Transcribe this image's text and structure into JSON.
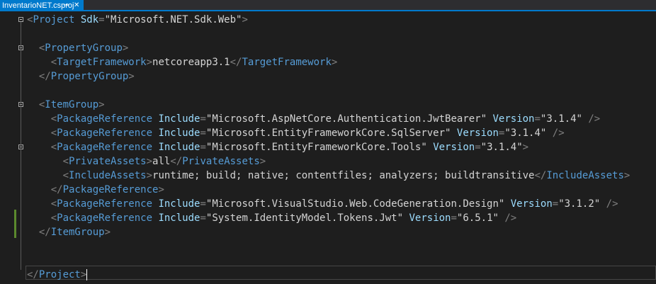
{
  "tab": {
    "title": "InventarioNET.csproj",
    "pin_glyph": "⊸",
    "close_glyph": "✕"
  },
  "lines": [
    {
      "segments": [
        {
          "c": "b",
          "t": "<"
        },
        {
          "c": "t",
          "t": "Project"
        },
        {
          "c": "a",
          "t": " Sdk"
        },
        {
          "c": "b",
          "t": "="
        },
        {
          "c": "v",
          "t": "\"Microsoft.NET.Sdk.Web\""
        },
        {
          "c": "b",
          "t": ">"
        }
      ]
    },
    {
      "segments": []
    },
    {
      "segments": [
        {
          "c": "v",
          "t": "  "
        },
        {
          "c": "b",
          "t": "<"
        },
        {
          "c": "t",
          "t": "PropertyGroup"
        },
        {
          "c": "b",
          "t": ">"
        }
      ]
    },
    {
      "segments": [
        {
          "c": "v",
          "t": "    "
        },
        {
          "c": "b",
          "t": "<"
        },
        {
          "c": "t",
          "t": "TargetFramework"
        },
        {
          "c": "b",
          "t": ">"
        },
        {
          "c": "v",
          "t": "netcoreapp3.1"
        },
        {
          "c": "b",
          "t": "</"
        },
        {
          "c": "t",
          "t": "TargetFramework"
        },
        {
          "c": "b",
          "t": ">"
        }
      ]
    },
    {
      "segments": [
        {
          "c": "v",
          "t": "  "
        },
        {
          "c": "b",
          "t": "</"
        },
        {
          "c": "t",
          "t": "PropertyGroup"
        },
        {
          "c": "b",
          "t": ">"
        }
      ]
    },
    {
      "segments": []
    },
    {
      "segments": [
        {
          "c": "v",
          "t": "  "
        },
        {
          "c": "b",
          "t": "<"
        },
        {
          "c": "t",
          "t": "ItemGroup"
        },
        {
          "c": "b",
          "t": ">"
        }
      ]
    },
    {
      "segments": [
        {
          "c": "v",
          "t": "    "
        },
        {
          "c": "b",
          "t": "<"
        },
        {
          "c": "t",
          "t": "PackageReference"
        },
        {
          "c": "a",
          "t": " Include"
        },
        {
          "c": "b",
          "t": "="
        },
        {
          "c": "v",
          "t": "\"Microsoft.AspNetCore.Authentication.JwtBearer\""
        },
        {
          "c": "a",
          "t": " Version"
        },
        {
          "c": "b",
          "t": "="
        },
        {
          "c": "v",
          "t": "\"3.1.4\""
        },
        {
          "c": "b",
          "t": " />"
        }
      ]
    },
    {
      "segments": [
        {
          "c": "v",
          "t": "    "
        },
        {
          "c": "b",
          "t": "<"
        },
        {
          "c": "t",
          "t": "PackageReference"
        },
        {
          "c": "a",
          "t": " Include"
        },
        {
          "c": "b",
          "t": "="
        },
        {
          "c": "v",
          "t": "\"Microsoft.EntityFrameworkCore.SqlServer\""
        },
        {
          "c": "a",
          "t": " Version"
        },
        {
          "c": "b",
          "t": "="
        },
        {
          "c": "v",
          "t": "\"3.1.4\""
        },
        {
          "c": "b",
          "t": " />"
        }
      ]
    },
    {
      "segments": [
        {
          "c": "v",
          "t": "    "
        },
        {
          "c": "b",
          "t": "<"
        },
        {
          "c": "t",
          "t": "PackageReference"
        },
        {
          "c": "a",
          "t": " Include"
        },
        {
          "c": "b",
          "t": "="
        },
        {
          "c": "v",
          "t": "\"Microsoft.EntityFrameworkCore.Tools\""
        },
        {
          "c": "a",
          "t": " Version"
        },
        {
          "c": "b",
          "t": "="
        },
        {
          "c": "v",
          "t": "\"3.1.4\""
        },
        {
          "c": "b",
          "t": ">"
        }
      ]
    },
    {
      "segments": [
        {
          "c": "v",
          "t": "      "
        },
        {
          "c": "b",
          "t": "<"
        },
        {
          "c": "t",
          "t": "PrivateAssets"
        },
        {
          "c": "b",
          "t": ">"
        },
        {
          "c": "v",
          "t": "all"
        },
        {
          "c": "b",
          "t": "</"
        },
        {
          "c": "t",
          "t": "PrivateAssets"
        },
        {
          "c": "b",
          "t": ">"
        }
      ]
    },
    {
      "segments": [
        {
          "c": "v",
          "t": "      "
        },
        {
          "c": "b",
          "t": "<"
        },
        {
          "c": "t",
          "t": "IncludeAssets"
        },
        {
          "c": "b",
          "t": ">"
        },
        {
          "c": "v",
          "t": "runtime; build; native; contentfiles; analyzers; buildtransitive"
        },
        {
          "c": "b",
          "t": "</"
        },
        {
          "c": "t",
          "t": "IncludeAssets"
        },
        {
          "c": "b",
          "t": ">"
        }
      ]
    },
    {
      "segments": [
        {
          "c": "v",
          "t": "    "
        },
        {
          "c": "b",
          "t": "</"
        },
        {
          "c": "t",
          "t": "PackageReference"
        },
        {
          "c": "b",
          "t": ">"
        }
      ]
    },
    {
      "segments": [
        {
          "c": "v",
          "t": "    "
        },
        {
          "c": "b",
          "t": "<"
        },
        {
          "c": "t",
          "t": "PackageReference"
        },
        {
          "c": "a",
          "t": " Include"
        },
        {
          "c": "b",
          "t": "="
        },
        {
          "c": "v",
          "t": "\"Microsoft.VisualStudio.Web.CodeGeneration.Design\""
        },
        {
          "c": "a",
          "t": " Version"
        },
        {
          "c": "b",
          "t": "="
        },
        {
          "c": "v",
          "t": "\"3.1.2\""
        },
        {
          "c": "b",
          "t": " />"
        }
      ]
    },
    {
      "segments": [
        {
          "c": "v",
          "t": "    "
        },
        {
          "c": "b",
          "t": "<"
        },
        {
          "c": "t",
          "t": "PackageReference"
        },
        {
          "c": "a",
          "t": " Include"
        },
        {
          "c": "b",
          "t": "="
        },
        {
          "c": "v",
          "t": "\"System.IdentityModel.Tokens.Jwt\""
        },
        {
          "c": "a",
          "t": " Version"
        },
        {
          "c": "b",
          "t": "="
        },
        {
          "c": "v",
          "t": "\"6.5.1\""
        },
        {
          "c": "b",
          "t": " />"
        }
      ]
    },
    {
      "segments": [
        {
          "c": "v",
          "t": "  "
        },
        {
          "c": "b",
          "t": "</"
        },
        {
          "c": "t",
          "t": "ItemGroup"
        },
        {
          "c": "b",
          "t": ">"
        }
      ]
    },
    {
      "segments": []
    },
    {
      "segments": []
    },
    {
      "segments": [
        {
          "c": "b",
          "t": "</"
        },
        {
          "c": "t",
          "t": "Project"
        },
        {
          "c": "b",
          "t": ">"
        }
      ]
    }
  ],
  "colors": {
    "tag": "#569cd6",
    "attribute": "#9cdcfe",
    "bracket": "#808080",
    "text": "#d4d4d4",
    "background": "#1e1e1e",
    "tab_active": "#007acc",
    "change_bar": "#5b8a2d"
  }
}
